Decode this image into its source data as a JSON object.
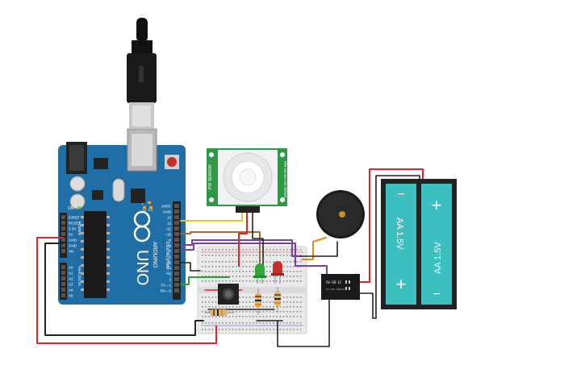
{
  "arduino": {
    "brand": "UNO",
    "subtitle": "ARDUINO",
    "pin_labels_digital": [
      "AREF",
      "GND",
      "13",
      "12",
      "~11",
      "~10",
      "~9",
      "8",
      "7",
      "~6",
      "~5",
      "4",
      "~3",
      "2",
      "TX→1",
      "RX←0"
    ],
    "digital_header": "DIGITAL (PWM ~)",
    "pin_labels_power": [
      "IOREF",
      "RESET",
      "3.3V",
      "5V",
      "GND",
      "GND",
      "Vin"
    ],
    "power_header": "POWER",
    "pin_labels_analog": [
      "A0",
      "A1",
      "A2",
      "A3",
      "A4",
      "A5"
    ],
    "analog_header": "ANALOG IN",
    "leds": [
      "L",
      "TX",
      "RX"
    ],
    "on_label": "ON"
  },
  "pir_sensor": {
    "left_text": "PIR SENSOR",
    "right_text": "PIR Sensor\nHC-SR501"
  },
  "relay": {
    "label": "5V-SR-1C",
    "sublabel": "5V 10A 250VAC"
  },
  "battery": {
    "cells": [
      {
        "label": "AA 1.5V",
        "top_sign": "−",
        "bottom_sign": "+"
      },
      {
        "label": "AA 1.5V",
        "top_sign": "+",
        "bottom_sign": "−"
      }
    ]
  },
  "colors": {
    "arduino_board": "#1f6fa6",
    "breadboard": "#e9e9e9",
    "battery_cell": "#3cbfbf",
    "wire_red": "#d3292a",
    "wire_black": "#222222",
    "wire_yellow": "#e8c52a",
    "wire_brown": "#9b6a3a",
    "wire_purple": "#7a3fa0",
    "wire_green": "#2f9a3a",
    "wire_orange": "#e38b1a",
    "led_green": "#2fa83a",
    "led_red": "#c0302a",
    "pir_board": "#2e9a45"
  }
}
